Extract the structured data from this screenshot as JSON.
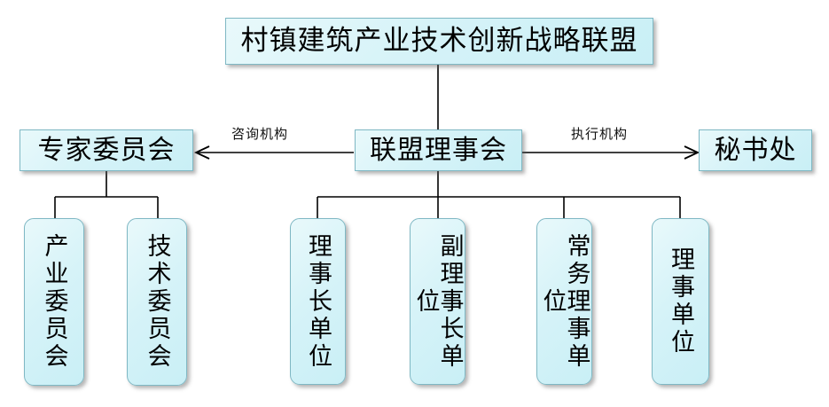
{
  "diagram": {
    "type": "organizational-chart",
    "title_node": {
      "label": "村镇建筑产业技术创新战略联盟"
    },
    "level2": {
      "left": {
        "label": "专家委员会"
      },
      "center": {
        "label": "联盟理事会"
      },
      "right": {
        "label": "秘书处"
      }
    },
    "edge_labels": {
      "left": "咨询机构",
      "right": "执行机构"
    },
    "left_children": [
      {
        "label": "产业委员会"
      },
      {
        "label": "技术委员会"
      }
    ],
    "center_children": [
      {
        "label": "理事长单位"
      },
      {
        "label": "副理事长单位"
      },
      {
        "label": "常务理事单位"
      },
      {
        "label": "理事单位"
      }
    ],
    "colors": {
      "box_fill": "#d6f3f8",
      "box_border": "#7fb8c4",
      "line": "#000000",
      "text": "#000000"
    }
  }
}
